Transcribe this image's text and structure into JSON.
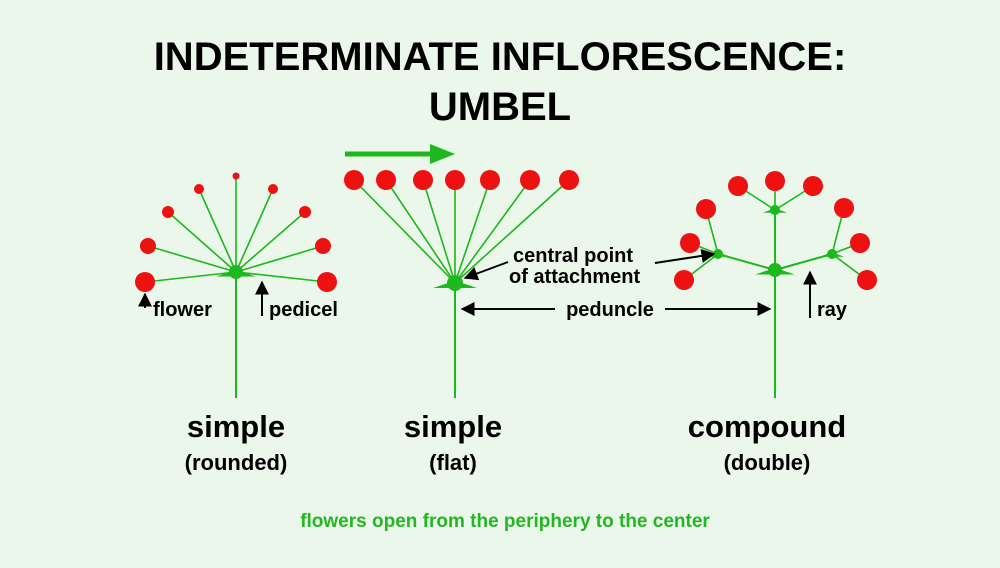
{
  "title": {
    "line1": "INDETERMINATE INFLORESCENCE:",
    "line2": "UMBEL"
  },
  "colors": {
    "background": "#ebf7ea",
    "stem": "#1db81d",
    "flower": "#ee1111",
    "footer": "#22b822",
    "text": "#000000"
  },
  "labels": {
    "flower": "flower",
    "pedicel": "pedicel",
    "central_point_line1": "central point",
    "central_point_line2": "of attachment",
    "peduncle": "peduncle",
    "ray": "ray"
  },
  "captions": [
    {
      "main": "simple",
      "sub": "(rounded)"
    },
    {
      "main": "simple",
      "sub": "(flat)"
    },
    {
      "main": "compound",
      "sub": "(double)"
    }
  ],
  "footer": "flowers open from the periphery to the center",
  "icons": {
    "direction_arrow": "arrow-right-icon"
  }
}
